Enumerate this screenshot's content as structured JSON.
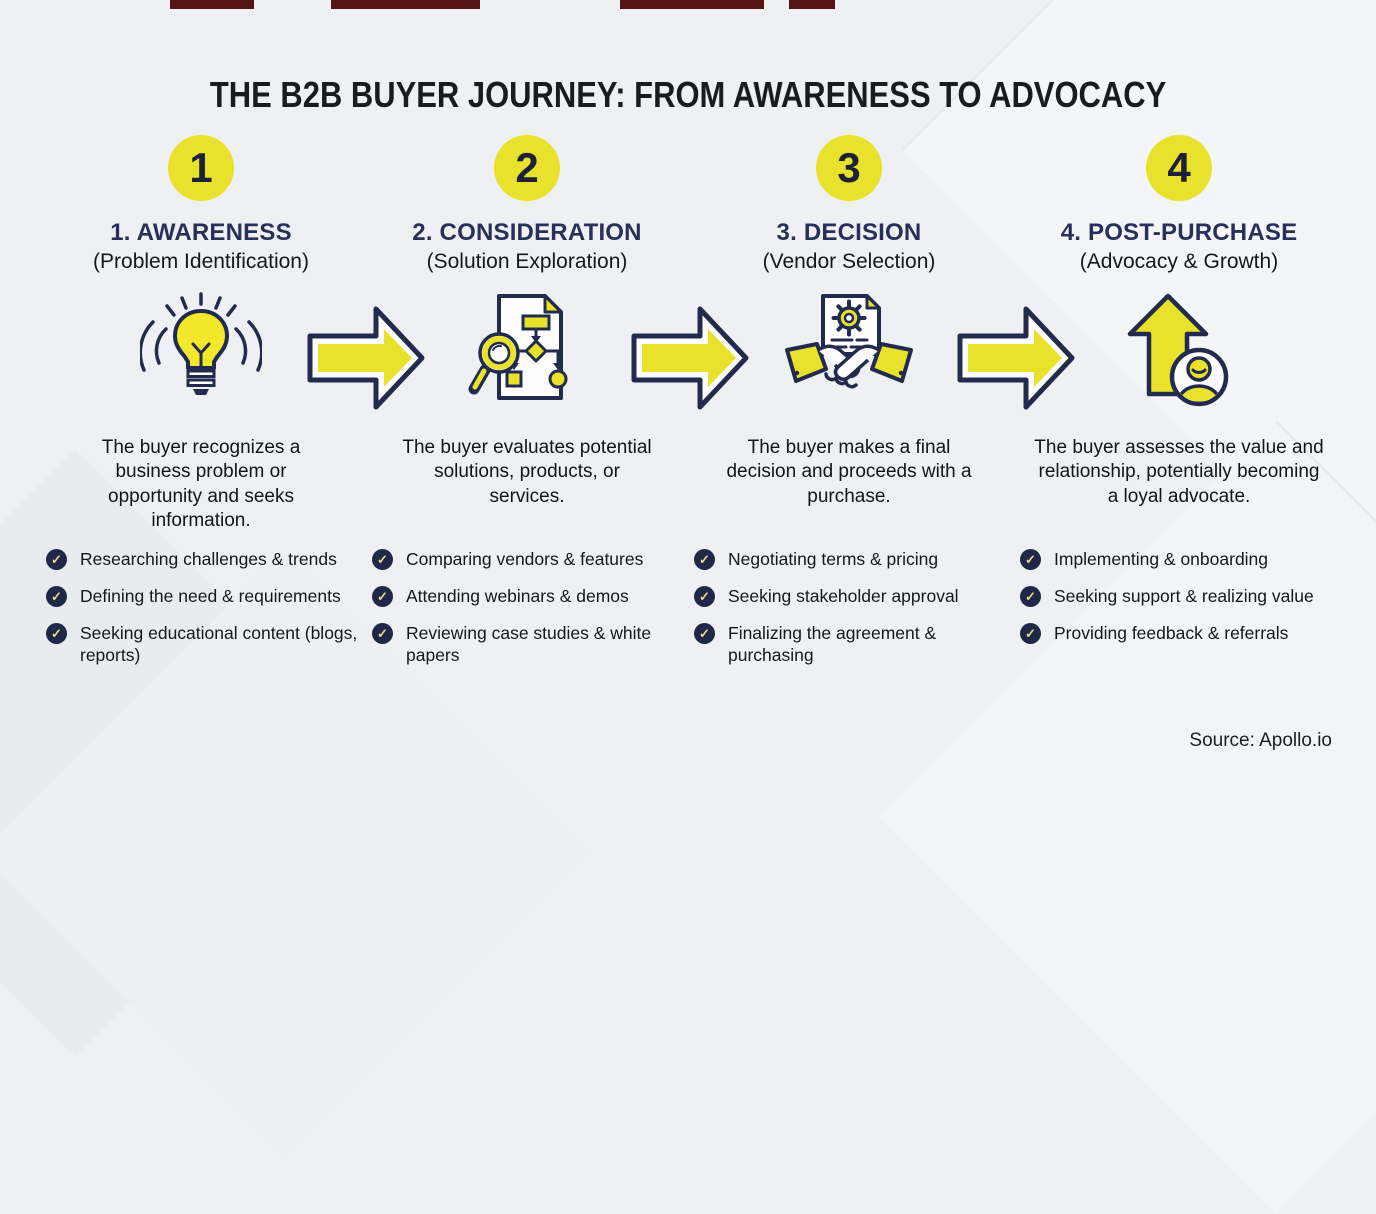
{
  "title": "THE B2B BUYER JOURNEY: FROM AWARENESS TO ADVOCACY",
  "source_label": "Source: Apollo.io",
  "colors": {
    "accent_yellow": "#e9e22c",
    "outline_navy": "#222b4e",
    "heading_navy": "#273158",
    "body_ink": "#15171c",
    "check_badge_bg": "#1f2947",
    "check_mark": "#e7d98f",
    "top_edge_maroon": "#551414",
    "background": "#eef0f3"
  },
  "stages": [
    {
      "number": "1",
      "heading": "1. AWARENESS",
      "subheading": "(Problem Identification)",
      "icon": "lightbulb-idea-icon",
      "description": "The buyer recognizes a business problem or opportunity and seeks information.",
      "bullets": [
        "Researching challenges & trends",
        "Defining the need & requirements",
        "Seeking educational content (blogs, reports)"
      ]
    },
    {
      "number": "2",
      "heading": "2. CONSIDERATION",
      "subheading": "(Solution Exploration)",
      "icon": "magnifier-flowchart-document-icon",
      "description": "The buyer evaluates potential solutions, products, or services.",
      "bullets": [
        "Comparing vendors & features",
        "Attending webinars & demos",
        "Reviewing case studies & white papers"
      ]
    },
    {
      "number": "3",
      "heading": "3. DECISION",
      "subheading": "(Vendor Selection)",
      "icon": "handshake-contract-icon",
      "description": "The buyer makes a final decision and proceeds with a purchase.",
      "bullets": [
        "Negotiating terms & pricing",
        "Seeking stakeholder approval",
        "Finalizing the agreement & purchasing"
      ]
    },
    {
      "number": "4",
      "heading": "4. POST-PURCHASE",
      "subheading": "(Advocacy & Growth)",
      "icon": "growth-arrow-advocate-icon",
      "description": "The buyer assesses the value and relationship, potentially becoming a loyal advocate.",
      "bullets": [
        "Implementing & onboarding",
        "Seeking support & realizing value",
        "Providing feedback & referrals"
      ]
    }
  ]
}
